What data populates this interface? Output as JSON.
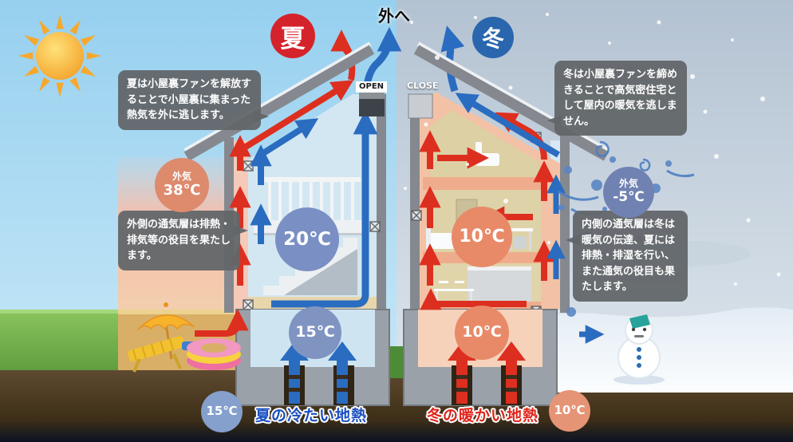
{
  "scene": {
    "to_outside": "外へ"
  },
  "summer": {
    "season_badge": "夏",
    "vent_state": "OPEN",
    "attic_note": "夏は小屋裏ファンを解放することで小屋裏に集まった熱気を外に逃します。",
    "wall_note": "外側の通気層は排熱・排気等の役目を果たします。",
    "outside_air_label": "外気",
    "outside_air_temp": "38℃",
    "indoor_temp": "20℃",
    "underfloor_temp": "15℃",
    "ground_temp": "15℃",
    "geothermal_label": "夏の冷たい地熱"
  },
  "winter": {
    "season_badge": "冬",
    "vent_state": "CLOSE",
    "attic_note": "冬は小屋裏ファンを締めきることで高気密住宅として屋内の暖気を逃しません。",
    "wall_note": "内側の通気層は冬は暖気の伝達、夏には排熱・排湿を行い、また通気の役目も果たします。",
    "outside_air_label": "外気",
    "outside_air_temp": "-5℃",
    "indoor_temp": "10℃",
    "underfloor_temp": "10℃",
    "ground_temp": "10℃",
    "geothermal_label": "冬の暖かい地熱"
  },
  "colors": {
    "summer_accent": "#d5232b",
    "winter_accent": "#2a66ae",
    "warm_flow": "#dd2f20",
    "cool_flow": "#2a6cc0",
    "warm_badge": "#e88a68",
    "cool_badge": "#7a8fc4",
    "note_bubble": "#63676a"
  },
  "decorations": [
    "sun-icon",
    "snowman-icon",
    "parasol-icon",
    "beach-chair-icon",
    "pool-ring-icon",
    "wind-swirl-icon",
    "snowfall"
  ]
}
